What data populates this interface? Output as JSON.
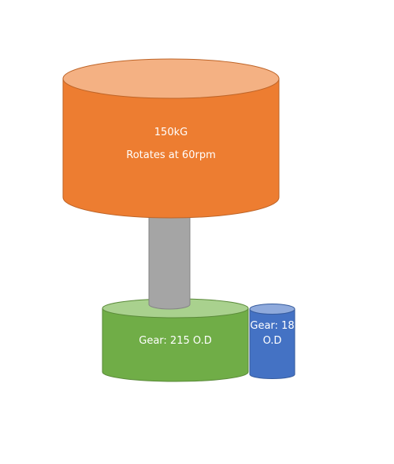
{
  "colors": {
    "flywheel_side": "#ED7D31",
    "flywheel_top": "#F4B183",
    "shaft": "#A5A5A5",
    "large_gear_side": "#70AD47",
    "large_gear_top": "#A9D18E",
    "small_gear_side": "#4472C4",
    "small_gear_top": "#8FAADC"
  },
  "flywheel": {
    "mass_label": "150kG",
    "speed_label": "Rotates at 60rpm"
  },
  "large_gear": {
    "label": "Gear: 215 O.D"
  },
  "small_gear": {
    "label": "Gear: 18 O.D"
  }
}
